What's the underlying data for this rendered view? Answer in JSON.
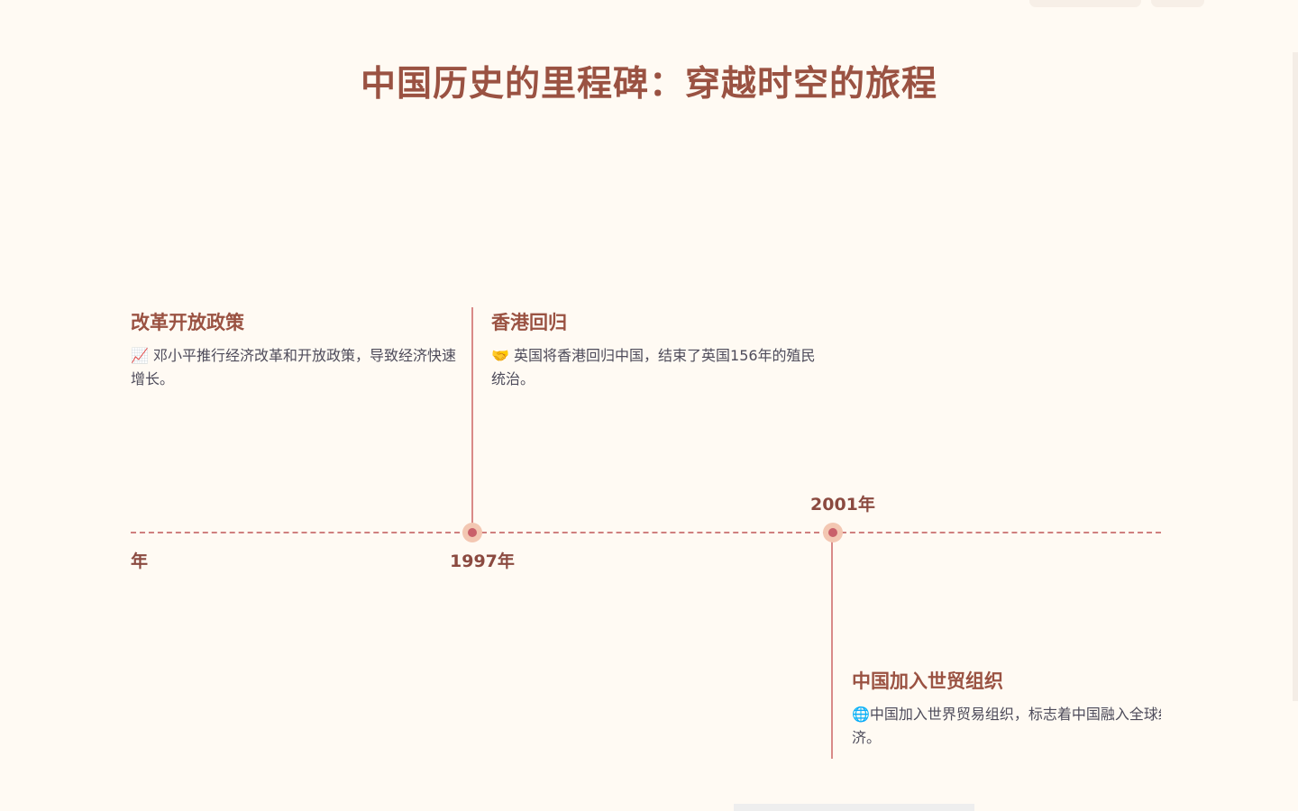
{
  "page": {
    "title": "中国历史的里程碑：穿越时空的旅程"
  },
  "timeline": {
    "years": {
      "left": "年",
      "y1997": "1997年",
      "y2001": "2001年"
    },
    "events": [
      {
        "title": "改革开放政策",
        "description": "📈 邓小平推行经济改革和开放政策，导致经济快速增长。"
      },
      {
        "title": "香港回归",
        "description": "🤝 英国将香港回归中国，结束了英国156年的殖民统治。"
      },
      {
        "title": "中国加入世贸组织",
        "description": "🌐中国加入世界贸易组织，标志着中国融入全球经济。"
      }
    ]
  },
  "colors": {
    "background": "#fffaf3",
    "title": "#9a5242",
    "accent": "#c9606a",
    "line": "#cf7f7e",
    "text": "#4d4b5a"
  }
}
